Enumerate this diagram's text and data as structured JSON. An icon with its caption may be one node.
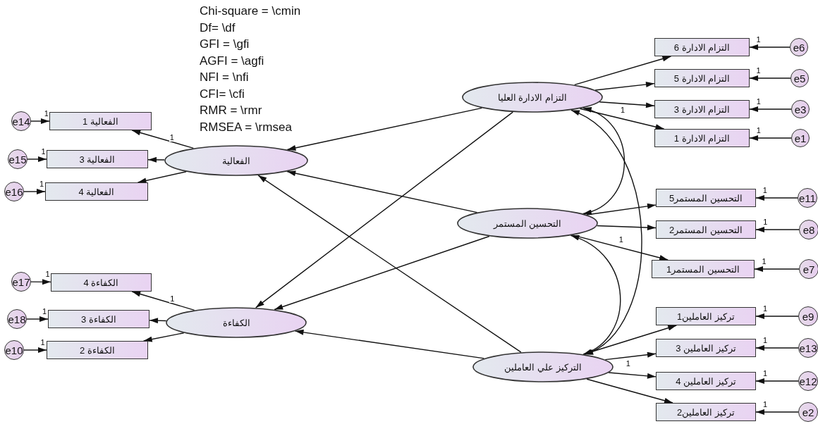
{
  "diagram": {
    "nodes": [
      {
        "text": [
          "التزام الادارة العليا"
        ]
      },
      {
        "text": [
          "الفعالية"
        ]
      },
      {
        "text": [
          "التحسين المستمر"
        ]
      },
      {
        "text": [
          "الكفاءة"
        ]
      },
      {
        "text": [
          "التركيز علي العاملين"
        ]
      },
      {
        "text": [
          "التزام الادارة 6"
        ]
      },
      {
        "text": [
          "e6"
        ]
      },
      {
        "text": [
          "التزام الادارة 5"
        ]
      },
      {
        "text": [
          "e5"
        ]
      },
      {
        "text": [
          "التزام الادارة 3"
        ]
      },
      {
        "text": [
          "e3"
        ]
      },
      {
        "text": [
          "التزام الادارة 1"
        ]
      },
      {
        "text": [
          "e1"
        ]
      },
      {
        "text": [
          "الفعالية 1"
        ]
      },
      {
        "text": [
          "e14"
        ]
      },
      {
        "text": [
          "الفعالية 3"
        ]
      },
      {
        "text": [
          "e15"
        ]
      },
      {
        "text": [
          "الفعالية 4"
        ]
      },
      {
        "text": [
          "e16"
        ]
      },
      {
        "text": [
          "التحسين المستمر5"
        ]
      },
      {
        "text": [
          "e11"
        ]
      },
      {
        "text": [
          "التحسين المستمر2"
        ]
      },
      {
        "text": [
          "e8"
        ]
      },
      {
        "text": [
          "التحسين المستمر1"
        ]
      },
      {
        "text": [
          "e7"
        ]
      },
      {
        "text": [
          "الكفاءة 4"
        ]
      },
      {
        "text": [
          "e17"
        ]
      },
      {
        "text": [
          "الكفاءة 3"
        ]
      },
      {
        "text": [
          "e18"
        ]
      },
      {
        "text": [
          "الكفاءة 2"
        ]
      },
      {
        "text": [
          "e10"
        ]
      },
      {
        "text": [
          "تركيز العاملين1"
        ]
      },
      {
        "text": [
          "e9"
        ]
      },
      {
        "text": [
          "تركيز العاملين 3"
        ]
      },
      {
        "text": [
          "e13"
        ]
      },
      {
        "text": [
          "تركيز العاملين 4"
        ]
      },
      {
        "text": [
          "e12"
        ]
      },
      {
        "text": [
          "تركيز العاملين2"
        ]
      },
      {
        "text": [
          "e2"
        ]
      }
    ],
    "edges": [
      {
        "from": 0,
        "to": 1,
        "arrow": "to"
      },
      {
        "from": 0,
        "to": 3,
        "arrow": "to"
      },
      {
        "from": 2,
        "to": 1,
        "arrow": "to"
      },
      {
        "from": 2,
        "to": 3,
        "arrow": "to"
      },
      {
        "from": 4,
        "to": 1,
        "arrow": "to"
      },
      {
        "from": 4,
        "to": 3,
        "arrow": "to"
      },
      {
        "from": 0,
        "to": 5,
        "arrow": "to"
      },
      {
        "from": 0,
        "to": 7,
        "arrow": "to"
      },
      {
        "from": 0,
        "to": 9,
        "arrow": "to"
      },
      {
        "from": 0,
        "to": 11,
        "arrow": "to",
        "label": "1"
      },
      {
        "from": 1,
        "to": 13,
        "arrow": "to",
        "label": "1"
      },
      {
        "from": 1,
        "to": 15,
        "arrow": "to"
      },
      {
        "from": 1,
        "to": 17,
        "arrow": "to"
      },
      {
        "from": 2,
        "to": 19,
        "arrow": "to"
      },
      {
        "from": 2,
        "to": 21,
        "arrow": "to"
      },
      {
        "from": 2,
        "to": 23,
        "arrow": "to",
        "label": "1"
      },
      {
        "from": 3,
        "to": 25,
        "arrow": "to",
        "label": "1"
      },
      {
        "from": 3,
        "to": 27,
        "arrow": "to"
      },
      {
        "from": 3,
        "to": 29,
        "arrow": "to"
      },
      {
        "from": 4,
        "to": 31,
        "arrow": "to"
      },
      {
        "from": 4,
        "to": 33,
        "arrow": "to"
      },
      {
        "from": 4,
        "to": 35,
        "arrow": "to",
        "label": "1"
      },
      {
        "from": 4,
        "to": 37,
        "arrow": "to"
      },
      {
        "from": 6,
        "to": 5,
        "arrow": "to",
        "label": "1"
      },
      {
        "from": 8,
        "to": 7,
        "arrow": "to",
        "label": "1"
      },
      {
        "from": 10,
        "to": 9,
        "arrow": "to",
        "label": "1"
      },
      {
        "from": 12,
        "to": 11,
        "arrow": "to",
        "label": "1"
      },
      {
        "from": 14,
        "to": 13,
        "arrow": "to",
        "label": "1"
      },
      {
        "from": 16,
        "to": 15,
        "arrow": "to",
        "label": "1"
      },
      {
        "from": 18,
        "to": 17,
        "arrow": "to",
        "label": "1"
      },
      {
        "from": 20,
        "to": 19,
        "arrow": "to",
        "label": "1"
      },
      {
        "from": 22,
        "to": 21,
        "arrow": "to",
        "label": "1"
      },
      {
        "from": 24,
        "to": 23,
        "arrow": "to",
        "label": "1"
      },
      {
        "from": 26,
        "to": 25,
        "arrow": "to",
        "label": "1"
      },
      {
        "from": 28,
        "to": 27,
        "arrow": "to",
        "label": "1"
      },
      {
        "from": 30,
        "to": 29,
        "arrow": "to",
        "label": "1"
      },
      {
        "from": 32,
        "to": 31,
        "arrow": "to",
        "label": "1"
      },
      {
        "from": 34,
        "to": 33,
        "arrow": "to",
        "label": "1"
      },
      {
        "from": 36,
        "to": 35,
        "arrow": "to",
        "label": "1"
      },
      {
        "from": 38,
        "to": 37,
        "arrow": "to",
        "label": "1"
      },
      {
        "from": 0,
        "to": 2,
        "arrow": "both"
      },
      {
        "from": 0,
        "to": 4,
        "arrow": "both"
      },
      {
        "from": 2,
        "to": 4,
        "arrow": "both"
      }
    ],
    "labels": [
      "Chi-square = \\cmin",
      "Df= \\df",
      "GFI = \\gfi",
      "AGFI = \\agfi",
      "NFI = \\nfi",
      "CFI= \\cfi",
      "RMR = \\rmr",
      "RMSEA = \\rmsea"
    ]
  }
}
